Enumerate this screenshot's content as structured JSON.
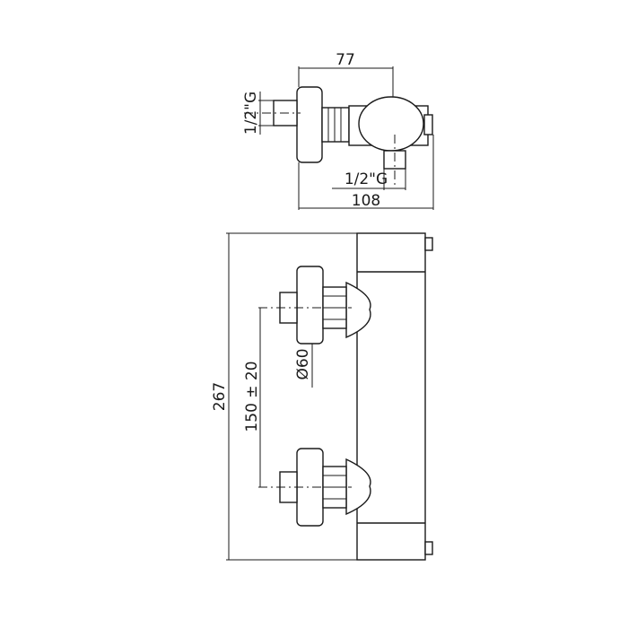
{
  "side_view": {
    "dim_top": "77",
    "dim_bottom": "108",
    "thread_left": "1/2\"G",
    "thread_bottom": "1/2\"G"
  },
  "front_view": {
    "dim_height": "267",
    "dim_centers": "150 ± 20",
    "dim_diameter": "Ø60"
  }
}
